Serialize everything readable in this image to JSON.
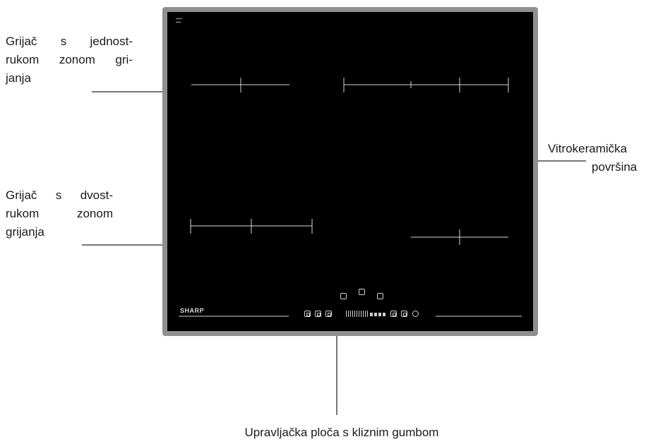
{
  "labels": {
    "single_zone": [
      "Grijač s jednost-",
      "rukom zonom gri-",
      "janja"
    ],
    "dual_zone": [
      "Grijač s dvost-",
      "rukom zonom",
      "grijanja"
    ],
    "surface": [
      "Vitrokeramička",
      "površina"
    ],
    "control_panel": "Upravljačka ploča s kliznim gumbom"
  },
  "hob": {
    "brand": "SHARP",
    "frame_color": "#8f8f8f",
    "glass_color": "#000000",
    "zones": [
      "single-zone-top-left",
      "dual-zone-top-right",
      "dual-zone-bottom-left",
      "single-zone-bottom-right"
    ],
    "controls": {
      "timer_icons": [
        "timer-left-icon",
        "timer-center-icon",
        "timer-right-icon"
      ],
      "left_keys": [
        "key-a-icon",
        "key-b-icon",
        "key-c-icon"
      ],
      "right_keys": [
        "key-d-icon",
        "key-e-icon",
        "power-icon"
      ],
      "slider": "power-slider"
    }
  },
  "colors": {
    "leader": "#777777",
    "marking": "#d6d6d6"
  }
}
